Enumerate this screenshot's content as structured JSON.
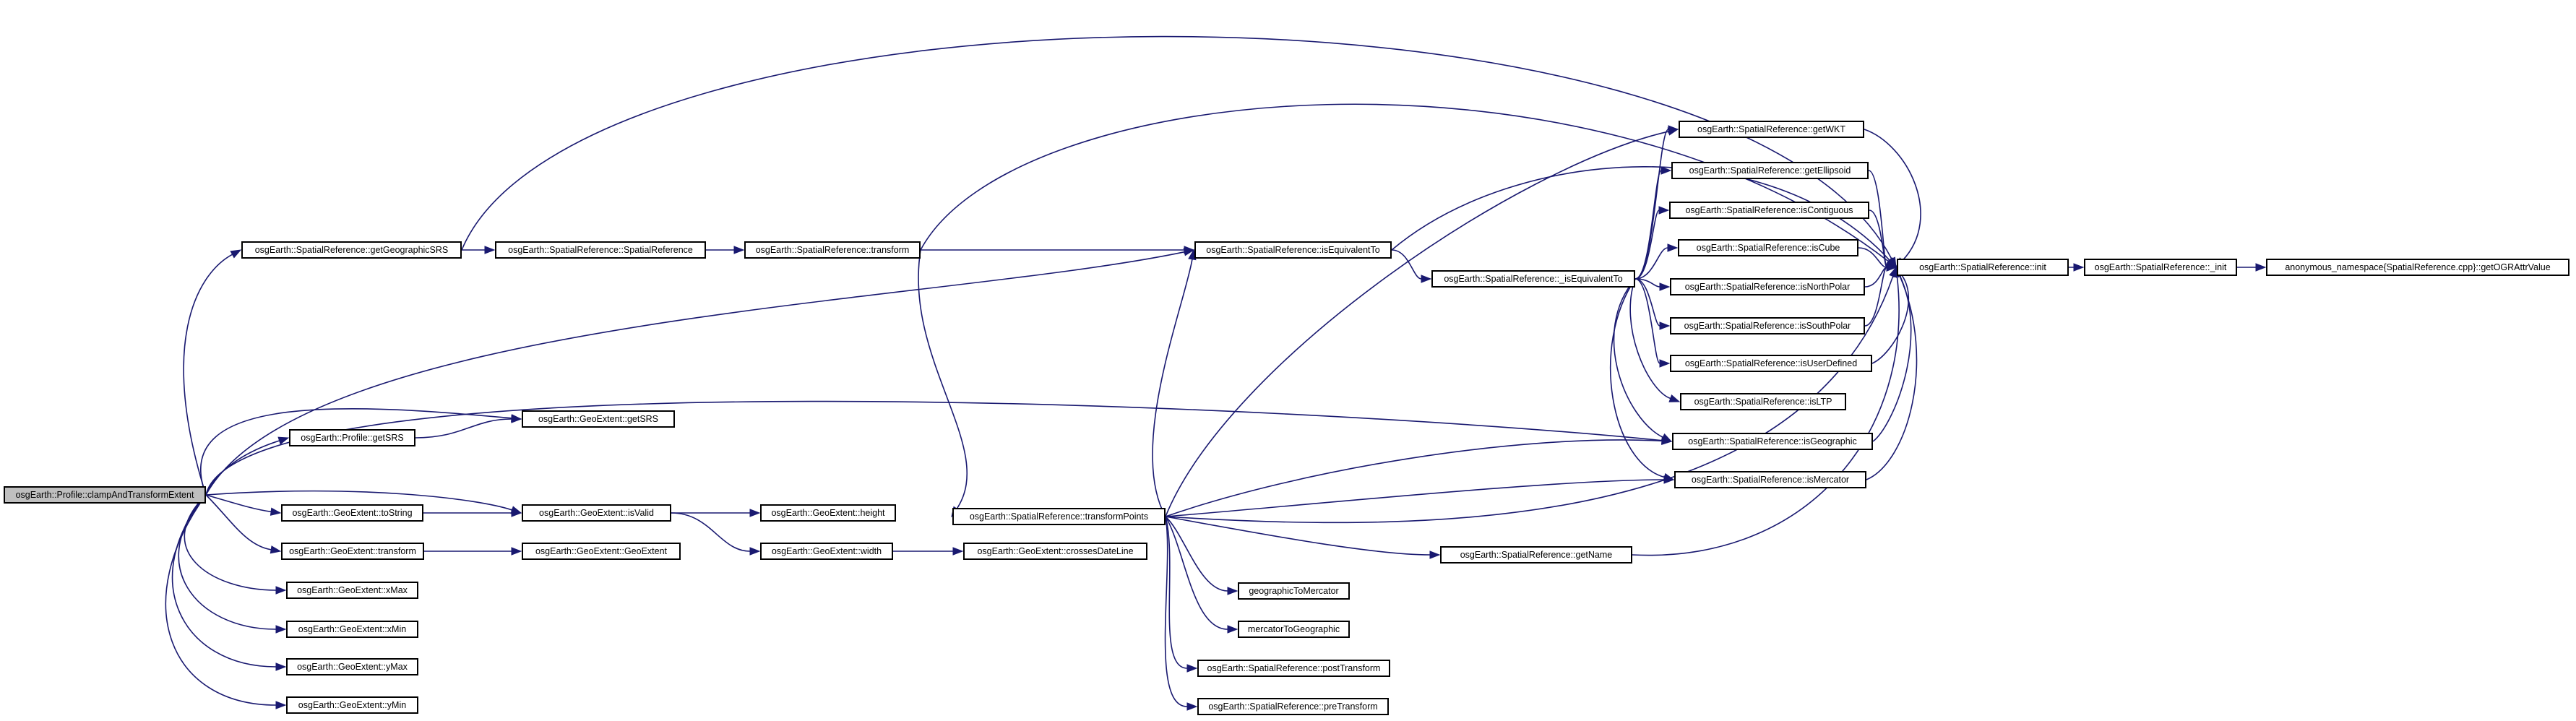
{
  "graph": {
    "edge_color": "#191970",
    "root_fill": "#bfbfbf",
    "node_fill": "#ffffff",
    "nodes": [
      {
        "id": "clamp",
        "label": "osgEarth::Profile::clampAndTransformExtent",
        "root": true
      },
      {
        "id": "getGeographicSRS",
        "label": "osgEarth::SpatialReference::getGeographicSRS"
      },
      {
        "id": "srCtor",
        "label": "osgEarth::SpatialReference::SpatialReference"
      },
      {
        "id": "srTransform",
        "label": "osgEarth::SpatialReference::transform"
      },
      {
        "id": "isEquivalentTo",
        "label": "osgEarth::SpatialReference::isEquivalentTo"
      },
      {
        "id": "_isEquivalentTo",
        "label": "osgEarth::SpatialReference::_isEquivalentTo"
      },
      {
        "id": "getWKT",
        "label": "osgEarth::SpatialReference::getWKT"
      },
      {
        "id": "getEllipsoid",
        "label": "osgEarth::SpatialReference::getEllipsoid"
      },
      {
        "id": "isContiguous",
        "label": "osgEarth::SpatialReference::isContiguous"
      },
      {
        "id": "isCube",
        "label": "osgEarth::SpatialReference::isCube"
      },
      {
        "id": "isNorthPolar",
        "label": "osgEarth::SpatialReference::isNorthPolar"
      },
      {
        "id": "isSouthPolar",
        "label": "osgEarth::SpatialReference::isSouthPolar"
      },
      {
        "id": "isUserDefined",
        "label": "osgEarth::SpatialReference::isUserDefined"
      },
      {
        "id": "isLTP",
        "label": "osgEarth::SpatialReference::isLTP"
      },
      {
        "id": "isGeographic",
        "label": "osgEarth::SpatialReference::isGeographic"
      },
      {
        "id": "isMercator",
        "label": "osgEarth::SpatialReference::isMercator"
      },
      {
        "id": "init",
        "label": "osgEarth::SpatialReference::init"
      },
      {
        "id": "_init",
        "label": "osgEarth::SpatialReference::_init"
      },
      {
        "id": "getOGRAttrValue",
        "label": "anonymous_namespace{SpatialReference.cpp}::getOGRAttrValue"
      },
      {
        "id": "profileGetSRS",
        "label": "osgEarth::Profile::getSRS"
      },
      {
        "id": "extentGetSRS",
        "label": "osgEarth::GeoExtent::getSRS"
      },
      {
        "id": "toString",
        "label": "osgEarth::GeoExtent::toString"
      },
      {
        "id": "isValid",
        "label": "osgEarth::GeoExtent::isValid"
      },
      {
        "id": "height",
        "label": "osgEarth::GeoExtent::height"
      },
      {
        "id": "width",
        "label": "osgEarth::GeoExtent::width"
      },
      {
        "id": "crossesDateLine",
        "label": "osgEarth::GeoExtent::crossesDateLine"
      },
      {
        "id": "extentTransform",
        "label": "osgEarth::GeoExtent::transform"
      },
      {
        "id": "extentCtor",
        "label": "osgEarth::GeoExtent::GeoExtent"
      },
      {
        "id": "xMax",
        "label": "osgEarth::GeoExtent::xMax"
      },
      {
        "id": "xMin",
        "label": "osgEarth::GeoExtent::xMin"
      },
      {
        "id": "yMax",
        "label": "osgEarth::GeoExtent::yMax"
      },
      {
        "id": "yMin",
        "label": "osgEarth::GeoExtent::yMin"
      },
      {
        "id": "transformPoints",
        "label": "osgEarth::SpatialReference::transformPoints"
      },
      {
        "id": "getName",
        "label": "osgEarth::SpatialReference::getName"
      },
      {
        "id": "geographicToMercator",
        "label": "geographicToMercator"
      },
      {
        "id": "mercatorToGeographic",
        "label": "mercatorToGeographic"
      },
      {
        "id": "postTransform",
        "label": "osgEarth::SpatialReference::postTransform"
      },
      {
        "id": "preTransform",
        "label": "osgEarth::SpatialReference::preTransform"
      }
    ],
    "edges": [
      [
        "clamp",
        "getGeographicSRS"
      ],
      [
        "clamp",
        "isEquivalentTo"
      ],
      [
        "clamp",
        "isGeographic"
      ],
      [
        "clamp",
        "extentGetSRS"
      ],
      [
        "clamp",
        "profileGetSRS"
      ],
      [
        "clamp",
        "isValid"
      ],
      [
        "clamp",
        "toString"
      ],
      [
        "clamp",
        "extentTransform"
      ],
      [
        "clamp",
        "xMax"
      ],
      [
        "clamp",
        "xMin"
      ],
      [
        "clamp",
        "yMax"
      ],
      [
        "clamp",
        "yMin"
      ],
      [
        "getGeographicSRS",
        "init"
      ],
      [
        "getGeographicSRS",
        "srCtor"
      ],
      [
        "srCtor",
        "srTransform"
      ],
      [
        "srTransform",
        "init"
      ],
      [
        "srTransform",
        "isEquivalentTo"
      ],
      [
        "srTransform",
        "transformPoints"
      ],
      [
        "isEquivalentTo",
        "init"
      ],
      [
        "isEquivalentTo",
        "_isEquivalentTo"
      ],
      [
        "_isEquivalentTo",
        "getWKT"
      ],
      [
        "_isEquivalentTo",
        "getEllipsoid"
      ],
      [
        "_isEquivalentTo",
        "isContiguous"
      ],
      [
        "_isEquivalentTo",
        "isCube"
      ],
      [
        "_isEquivalentTo",
        "isNorthPolar"
      ],
      [
        "_isEquivalentTo",
        "isSouthPolar"
      ],
      [
        "_isEquivalentTo",
        "isUserDefined"
      ],
      [
        "_isEquivalentTo",
        "isLTP"
      ],
      [
        "_isEquivalentTo",
        "isGeographic"
      ],
      [
        "_isEquivalentTo",
        "isMercator"
      ],
      [
        "getWKT",
        "init"
      ],
      [
        "getEllipsoid",
        "init"
      ],
      [
        "isContiguous",
        "init"
      ],
      [
        "isCube",
        "init"
      ],
      [
        "isNorthPolar",
        "init"
      ],
      [
        "isSouthPolar",
        "init"
      ],
      [
        "isUserDefined",
        "init"
      ],
      [
        "isGeographic",
        "init"
      ],
      [
        "isMercator",
        "init"
      ],
      [
        "init",
        "_init"
      ],
      [
        "_init",
        "getOGRAttrValue"
      ],
      [
        "profileGetSRS",
        "extentGetSRS"
      ],
      [
        "toString",
        "isValid"
      ],
      [
        "isValid",
        "height"
      ],
      [
        "isValid",
        "width"
      ],
      [
        "width",
        "crossesDateLine"
      ],
      [
        "extentTransform",
        "extentCtor"
      ],
      [
        "transformPoints",
        "isEquivalentTo"
      ],
      [
        "transformPoints",
        "getWKT"
      ],
      [
        "transformPoints",
        "isGeographic"
      ],
      [
        "transformPoints",
        "isMercator"
      ],
      [
        "transformPoints",
        "init"
      ],
      [
        "transformPoints",
        "getName"
      ],
      [
        "transformPoints",
        "geographicToMercator"
      ],
      [
        "transformPoints",
        "mercatorToGeographic"
      ],
      [
        "transformPoints",
        "postTransform"
      ],
      [
        "transformPoints",
        "preTransform"
      ],
      [
        "getName",
        "init"
      ]
    ]
  }
}
